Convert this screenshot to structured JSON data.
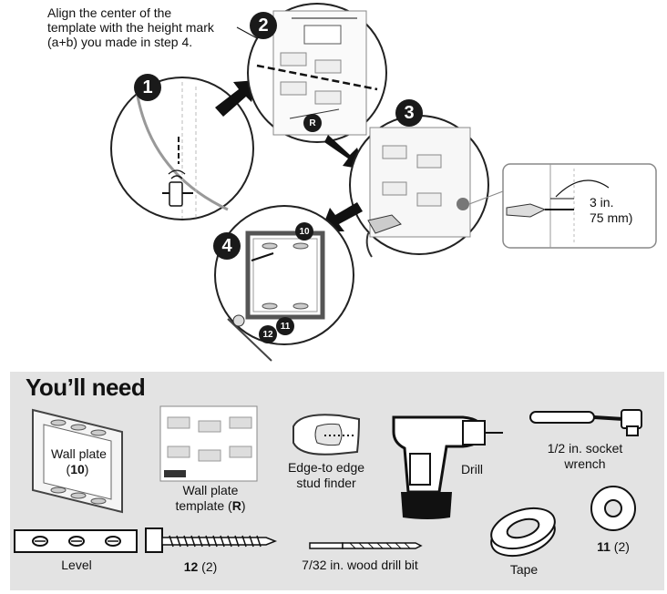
{
  "steps": {
    "callout": "Align the center of the template with the height mark (a+b) you made in step 4.",
    "callout_lines": [
      "Align the center of the",
      "template with the height mark",
      "(a+b) you made in step 4."
    ],
    "step_1": "1",
    "step_2": "2",
    "step_3": "3",
    "step_4": "4",
    "part_R": "R",
    "part_10": "10",
    "part_11": "11",
    "part_12": "12",
    "distance_line1": "3 in.",
    "distance_line2": "75 mm)"
  },
  "youll_need": {
    "title": "You’ll need",
    "items": {
      "wall_plate": {
        "label": "Wall plate",
        "qty_open": "(",
        "part": "10",
        "qty_close": ")"
      },
      "template": {
        "label1": "Wall plate",
        "label2": "template (",
        "part": "R",
        "close": ")"
      },
      "stud_finder": {
        "label1": "Edge-to edge",
        "label2": "stud finder"
      },
      "drill": {
        "label": "Drill"
      },
      "wrench": {
        "label1": "1/2 in. socket",
        "label2": "wrench"
      },
      "level": {
        "label": "Level"
      },
      "screw": {
        "part": "12",
        "qty": "(2)"
      },
      "drill_bit": {
        "label": "7/32 in. wood drill bit"
      },
      "tape": {
        "label": "Tape"
      },
      "washer": {
        "part": "11",
        "qty": "(2)"
      }
    }
  }
}
